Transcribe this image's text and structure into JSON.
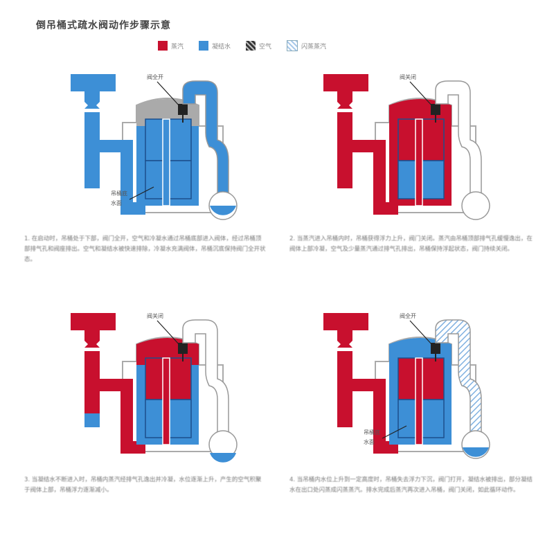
{
  "title": "倒吊桶式疏水阀动作步骤示意",
  "legend": [
    {
      "label": "蒸汽",
      "color": "#c8102e"
    },
    {
      "label": "凝结水",
      "color": "#3d8fd6"
    },
    {
      "label": "空气",
      "color": "#555555"
    },
    {
      "label": "闪蒸蒸汽",
      "color": "#a9c9ea"
    }
  ],
  "colors": {
    "steam": "#c8102e",
    "water": "#3d8fd6",
    "dark": "#1d4f8c"
  },
  "panels": [
    {
      "label_top": "阀全开",
      "label_bottom": [
        "吊桶底",
        "水面"
      ],
      "scheme": "water",
      "caption": "1. 在启动时，吊桶处于下部，阀门全开，空气和冷凝水通过吊桶底部进入阀体，经过吊桶顶部排气孔和阀座排出。空气和凝结水被快速排除，冷凝水充满阀体，吊桶沉底保持阀门全开状态。"
    },
    {
      "label_top": "阀关闭",
      "label_bottom": [],
      "scheme": "steam",
      "caption": "2. 当蒸汽进入吊桶内时，吊桶获得浮力上升，阀门关闭。蒸汽由吊桶顶部排气孔缓慢逸出，在阀体上部冷凝，空气及少量蒸汽通过排气孔排出，吊桶保持浮起状态，阀门持续关闭。"
    },
    {
      "label_top": "阀关闭",
      "label_bottom": [],
      "scheme": "mixed",
      "caption": "3. 当凝结水不断进入时，吊桶内蒸汽经排气孔逸出并冷凝，水位逐渐上升，产生的空气积聚于阀体上部，吊桶浮力逐渐减小。"
    },
    {
      "label_top": "阀全开",
      "label_bottom": [
        "吊桶底",
        "水面"
      ],
      "scheme": "flash",
      "caption": "4. 当吊桶内水位上升到一定高度时，吊桶失去浮力下沉，阀门打开，凝结水被排出，部分凝结水在出口处闪蒸成闪蒸蒸汽。排水完成后蒸汽再次进入吊桶，阀门关闭，如此循环动作。"
    }
  ]
}
